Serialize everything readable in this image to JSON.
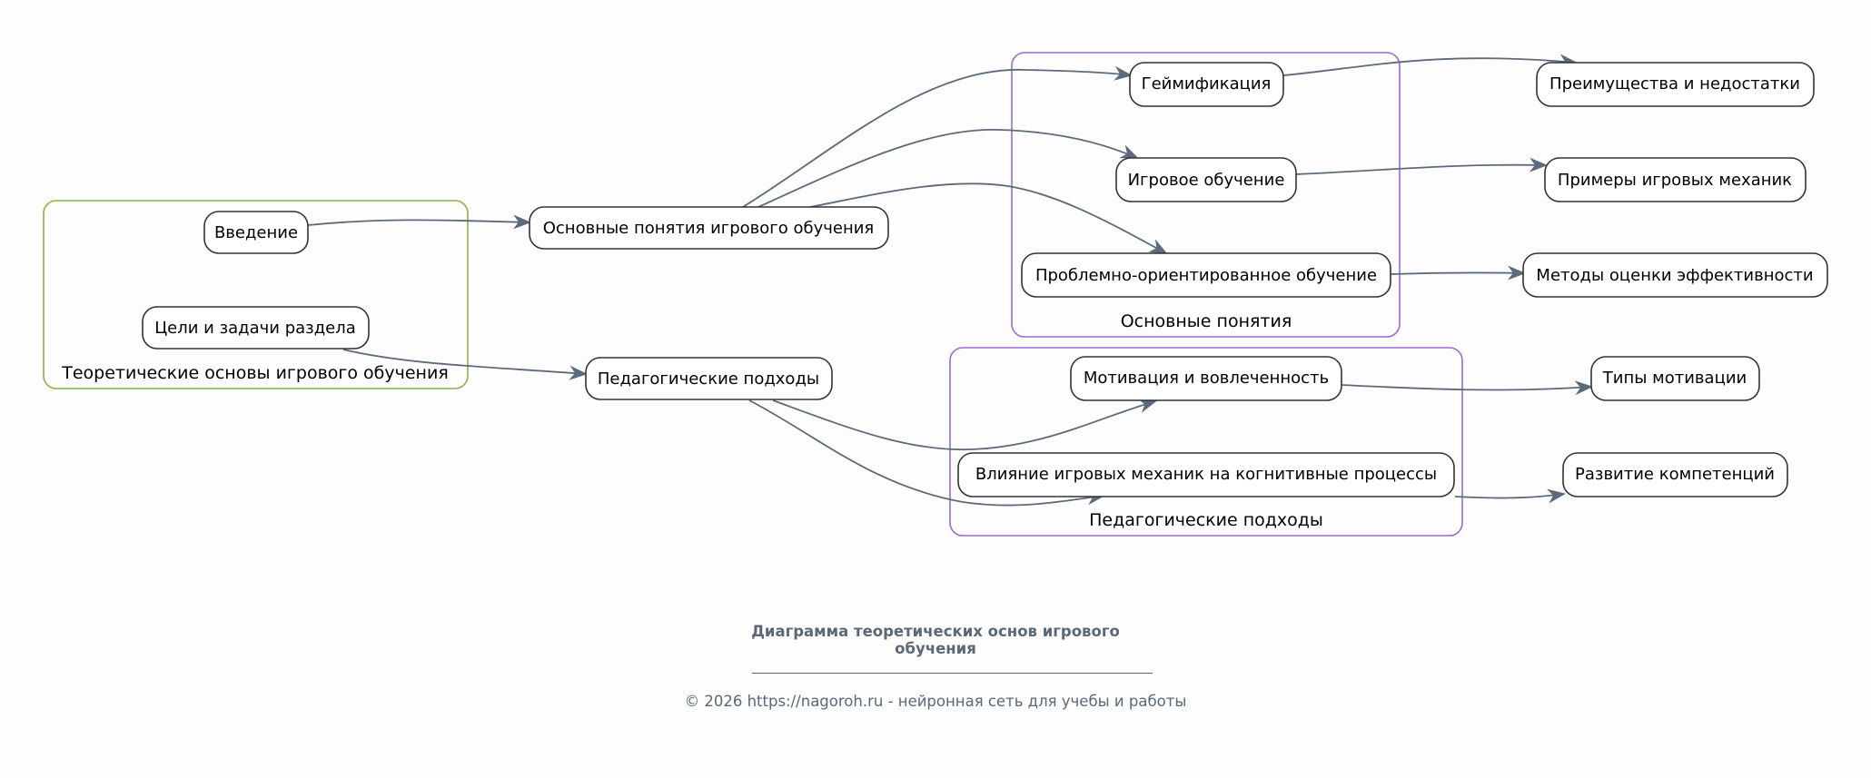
{
  "diagram": {
    "colors": {
      "edge": "#5b6b7b",
      "node_border": "#333333",
      "cluster_green": "#8ab34a",
      "cluster_purple": "#9a6ad0",
      "footer_text": "#5a6878"
    },
    "clusters": [
      {
        "id": "c_theory",
        "label": "Теоретические основы игрового обучения",
        "color": "green"
      },
      {
        "id": "c_concepts",
        "label": "Основные понятия",
        "color": "purple"
      },
      {
        "id": "c_pedagogy",
        "label": "Педагогические подходы",
        "color": "purple"
      }
    ],
    "nodes": [
      {
        "id": "intro",
        "label": "Введение",
        "cluster": "c_theory"
      },
      {
        "id": "goals",
        "label": "Цели и задачи раздела",
        "cluster": "c_theory"
      },
      {
        "id": "basics",
        "label": "Основные понятия игрового обучения",
        "cluster": null
      },
      {
        "id": "ped",
        "label": "Педагогические подходы",
        "cluster": null
      },
      {
        "id": "gamif",
        "label": "Геймификация",
        "cluster": "c_concepts"
      },
      {
        "id": "gamelearn",
        "label": "Игровое обучение",
        "cluster": "c_concepts"
      },
      {
        "id": "pbl",
        "label": "Проблемно-ориентированное обучение",
        "cluster": "c_concepts"
      },
      {
        "id": "motiv",
        "label": "Мотивация и вовлеченность",
        "cluster": "c_pedagogy"
      },
      {
        "id": "cogn",
        "label": "Влияние игровых механик на когнитивные процессы",
        "cluster": "c_pedagogy"
      },
      {
        "id": "pros",
        "label": "Преимущества и недостатки",
        "cluster": null
      },
      {
        "id": "examples",
        "label": "Примеры игровых механик",
        "cluster": null
      },
      {
        "id": "eval",
        "label": "Методы оценки эффективности",
        "cluster": null
      },
      {
        "id": "mtypes",
        "label": "Типы мотивации",
        "cluster": null
      },
      {
        "id": "comp",
        "label": "Развитие компетенций",
        "cluster": null
      }
    ],
    "edges": [
      {
        "from": "intro",
        "to": "basics"
      },
      {
        "from": "goals",
        "to": "ped"
      },
      {
        "from": "basics",
        "to": "gamif"
      },
      {
        "from": "basics",
        "to": "gamelearn"
      },
      {
        "from": "basics",
        "to": "pbl"
      },
      {
        "from": "ped",
        "to": "motiv"
      },
      {
        "from": "ped",
        "to": "cogn"
      },
      {
        "from": "gamif",
        "to": "pros"
      },
      {
        "from": "gamelearn",
        "to": "examples"
      },
      {
        "from": "pbl",
        "to": "eval"
      },
      {
        "from": "motiv",
        "to": "mtypes"
      },
      {
        "from": "cogn",
        "to": "comp"
      }
    ]
  },
  "footer": {
    "title": "Диаграмма теоретических основ игрового обучения",
    "title_line1": "Диаграмма теоретических основ игрового",
    "title_line2": "обучения",
    "copyright": "© 2026 https://nagoroh.ru - нейронная сеть для учебы и работы"
  }
}
